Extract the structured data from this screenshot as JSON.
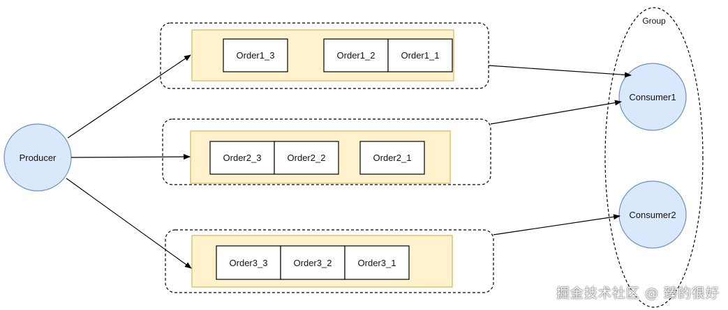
{
  "producer": {
    "label": "Producer"
  },
  "queues": [
    {
      "messages": [
        "Order1_3",
        "Order1_2",
        "Order1_1"
      ]
    },
    {
      "messages": [
        "Order2_3",
        "Order2_2",
        "Order2_1"
      ]
    },
    {
      "messages": [
        "Order3_3",
        "Order3_2",
        "Order3_1"
      ]
    }
  ],
  "group": {
    "label": "Group",
    "consumers": [
      "Consumer1",
      "Consumer2"
    ]
  },
  "watermark": "掘金技术社区 @ 臻的很好"
}
